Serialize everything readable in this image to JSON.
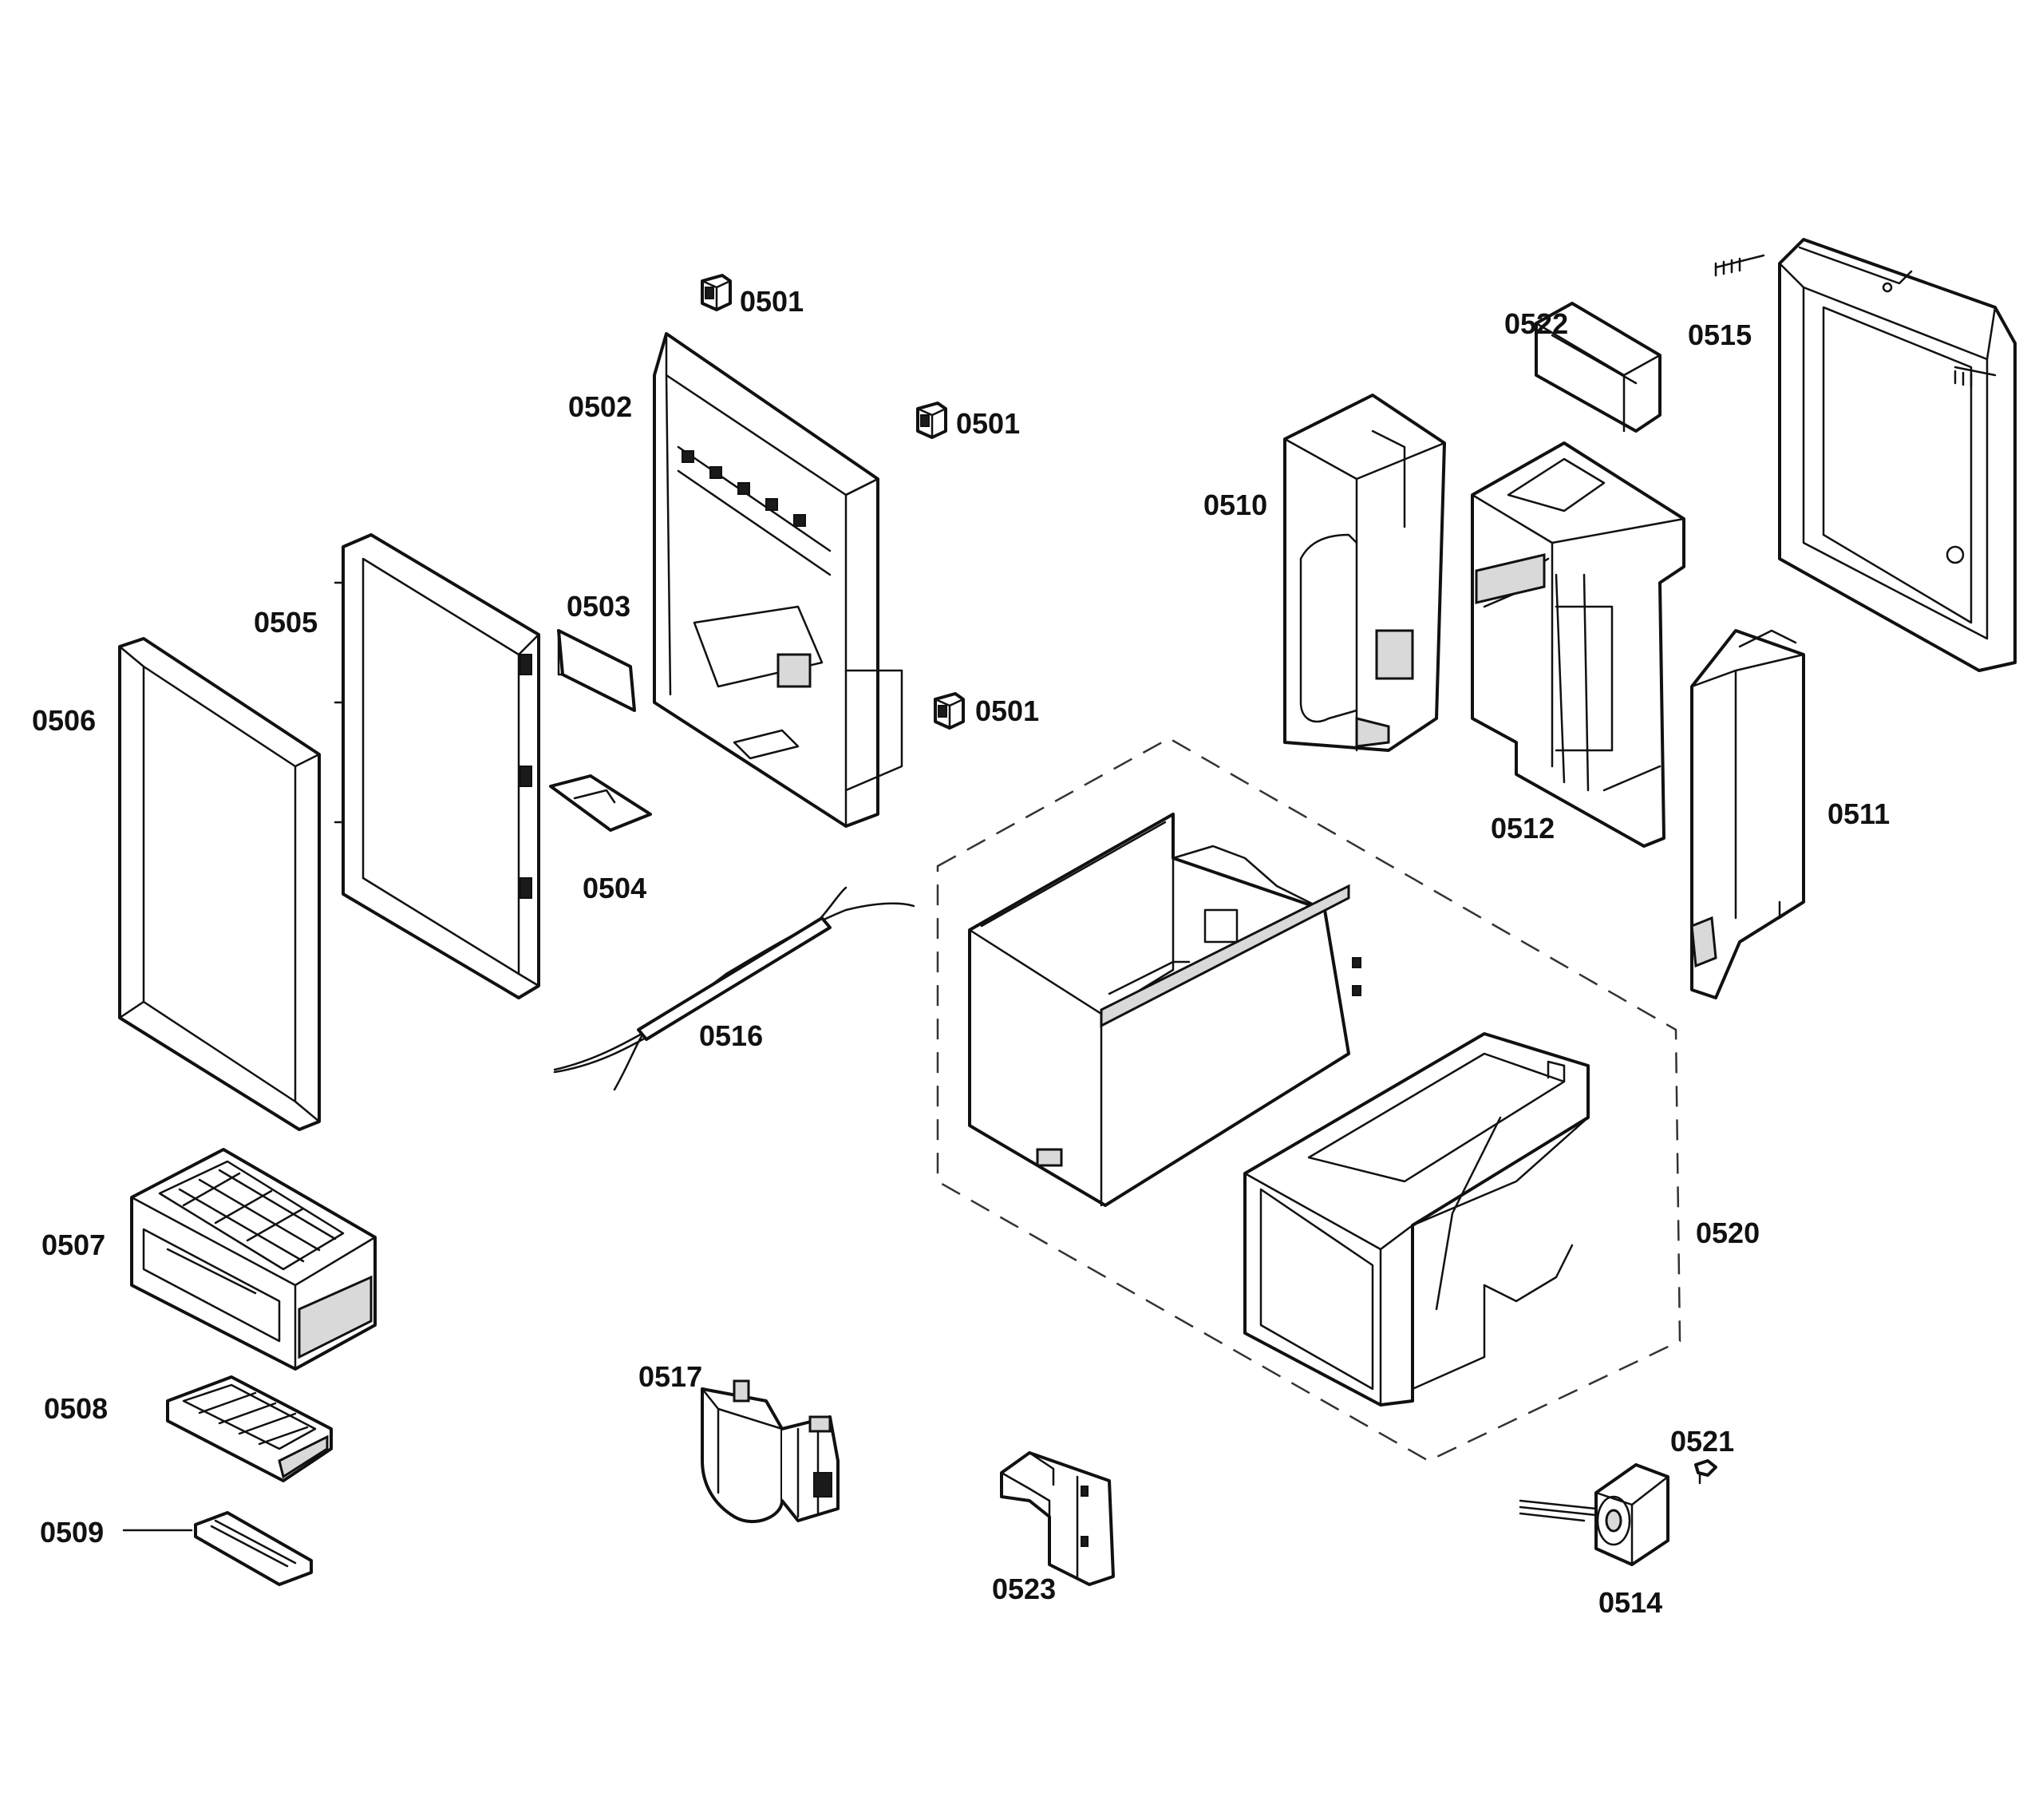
{
  "labels": {
    "p0501a": "0501",
    "p0501b": "0501",
    "p0501c": "0501",
    "p0502": "0502",
    "p0503": "0503",
    "p0504": "0504",
    "p0505": "0505",
    "p0506": "0506",
    "p0507": "0507",
    "p0508": "0508",
    "p0509": "0509",
    "p0510": "0510",
    "p0511": "0511",
    "p0512": "0512",
    "p0514": "0514",
    "p0515": "0515",
    "p0516": "0516",
    "p0517": "0517",
    "p0520": "0520",
    "p0521": "0521",
    "p0522": "0522",
    "p0523": "0523"
  }
}
